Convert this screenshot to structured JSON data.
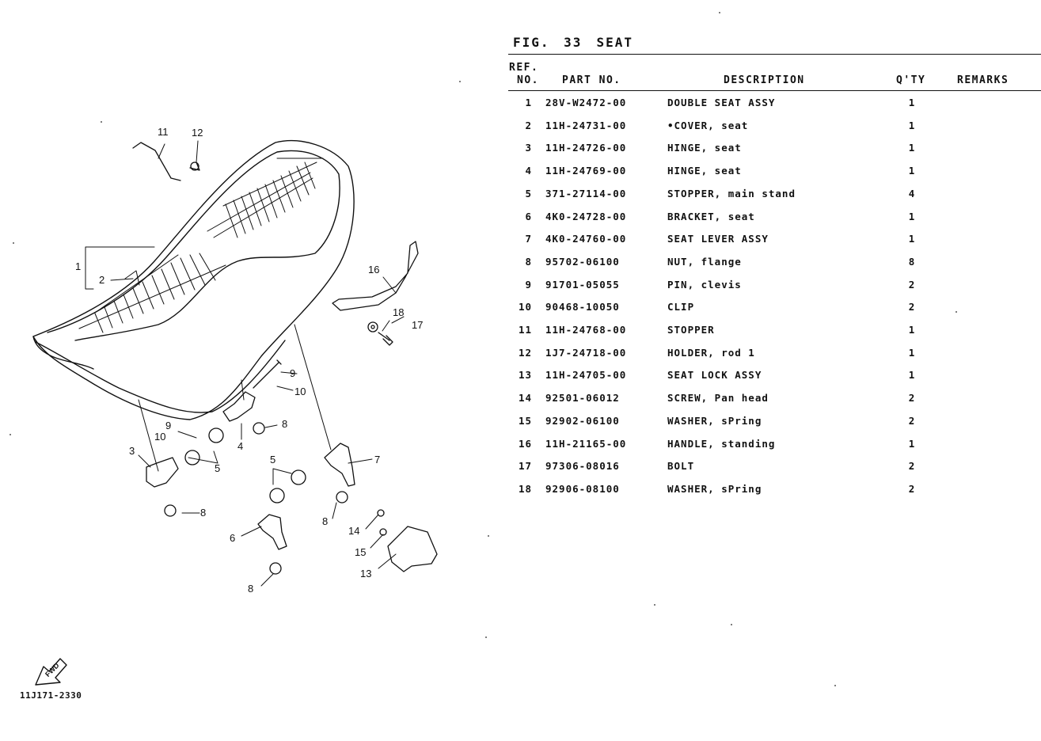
{
  "figure": {
    "label": "FIG. 33",
    "title": "SEAT"
  },
  "table": {
    "headers": {
      "ref_line1": "REF.",
      "ref_line2": "NO.",
      "part_no": "PART NO.",
      "description": "DESCRIPTION",
      "qty": "Q'TY",
      "remarks": "REMARKS"
    },
    "rows": [
      {
        "ref": "1",
        "part": "28V-W2472-00",
        "desc": "DOUBLE SEAT ASSY",
        "qty": "1",
        "remarks": ""
      },
      {
        "ref": "2",
        "part": "11H-24731-00",
        "desc": "•COVER, seat",
        "qty": "1",
        "remarks": ""
      },
      {
        "ref": "3",
        "part": "11H-24726-00",
        "desc": "HINGE, seat",
        "qty": "1",
        "remarks": ""
      },
      {
        "ref": "4",
        "part": "11H-24769-00",
        "desc": "HINGE, seat",
        "qty": "1",
        "remarks": ""
      },
      {
        "ref": "5",
        "part": "371-27114-00",
        "desc": "STOPPER, main stand",
        "qty": "4",
        "remarks": ""
      },
      {
        "ref": "6",
        "part": "4K0-24728-00",
        "desc": "BRACKET, seat",
        "qty": "1",
        "remarks": ""
      },
      {
        "ref": "7",
        "part": "4K0-24760-00",
        "desc": "SEAT LEVER ASSY",
        "qty": "1",
        "remarks": ""
      },
      {
        "ref": "8",
        "part": "95702-06100",
        "desc": "NUT, flange",
        "qty": "8",
        "remarks": ""
      },
      {
        "ref": "9",
        "part": "91701-05055",
        "desc": "PIN, clevis",
        "qty": "2",
        "remarks": ""
      },
      {
        "ref": "10",
        "part": "90468-10050",
        "desc": "CLIP",
        "qty": "2",
        "remarks": ""
      },
      {
        "ref": "11",
        "part": "11H-24768-00",
        "desc": "STOPPER",
        "qty": "1",
        "remarks": ""
      },
      {
        "ref": "12",
        "part": "1J7-24718-00",
        "desc": "HOLDER, rod 1",
        "qty": "1",
        "remarks": ""
      },
      {
        "ref": "13",
        "part": "11H-24705-00",
        "desc": "SEAT LOCK ASSY",
        "qty": "1",
        "remarks": ""
      },
      {
        "ref": "14",
        "part": "92501-06012",
        "desc": "SCREW, Pan head",
        "qty": "2",
        "remarks": ""
      },
      {
        "ref": "15",
        "part": "92902-06100",
        "desc": "WASHER, sPring",
        "qty": "2",
        "remarks": ""
      },
      {
        "ref": "16",
        "part": "11H-21165-00",
        "desc": "HANDLE, standing",
        "qty": "1",
        "remarks": ""
      },
      {
        "ref": "17",
        "part": "97306-08016",
        "desc": "BOLT",
        "qty": "2",
        "remarks": ""
      },
      {
        "ref": "18",
        "part": "92906-08100",
        "desc": "WASHER, sPring",
        "qty": "2",
        "remarks": ""
      }
    ]
  },
  "diagram": {
    "callouts": {
      "c1": "1",
      "c2": "2",
      "c3": "3",
      "c4": "4",
      "c5a": "5",
      "c5b": "5",
      "c6": "6",
      "c7": "7",
      "c8a": "8",
      "c8b": "8",
      "c8c": "8",
      "c8d": "8",
      "c9a": "9",
      "c9b": "9",
      "c10a": "10",
      "c10b": "10",
      "c11": "11",
      "c12": "12",
      "c13": "13",
      "c14": "14",
      "c15": "15",
      "c16": "16",
      "c17": "17",
      "c18": "18"
    },
    "fwd_label": "FWD",
    "drawing_code": "11J171-2330"
  },
  "colors": {
    "ink": "#111111",
    "paper": "#ffffff"
  }
}
